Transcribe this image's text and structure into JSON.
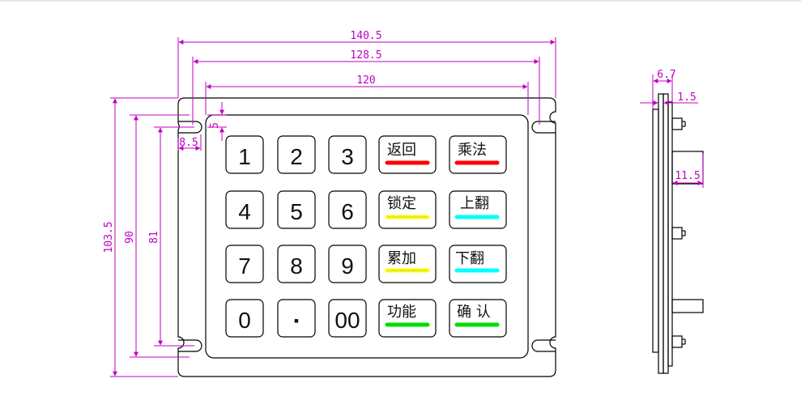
{
  "dimensions": {
    "overall_width": "140.5",
    "hole_spacing_width": "128.5",
    "panel_width": "120",
    "overall_height": "103.5",
    "hole_spacing_height": "90",
    "panel_height": "81",
    "edge_offset": "8.5",
    "hole_offset": "5"
  },
  "side_view_dimensions": {
    "thickness": "6.7",
    "plate": "1.5",
    "protrusion": "11.5"
  },
  "keys": {
    "k1": "1",
    "k2": "2",
    "k3": "3",
    "k4": "4",
    "k5": "5",
    "k6": "6",
    "k7": "7",
    "k8": "8",
    "k9": "9",
    "k0": "0",
    "kdot": "▪",
    "k00": "00"
  },
  "function_keys": {
    "back": {
      "label": "返回",
      "color": "#ff0000"
    },
    "multiply": {
      "label": "乘法",
      "color": "#ff0000"
    },
    "lock": {
      "label": "锁定",
      "color": "#ffff00"
    },
    "page_up": {
      "label": "上翻",
      "color": "#00ffff"
    },
    "accumulate": {
      "label": "累加",
      "color": "#ffff00"
    },
    "page_down": {
      "label": "下翻",
      "color": "#00ffff"
    },
    "function": {
      "label": "功能",
      "color": "#00dd00"
    },
    "confirm": {
      "label": "确 认",
      "color": "#00dd00"
    }
  },
  "colors": {
    "dimension_lines": "#c000c0",
    "outline": "#000000"
  }
}
